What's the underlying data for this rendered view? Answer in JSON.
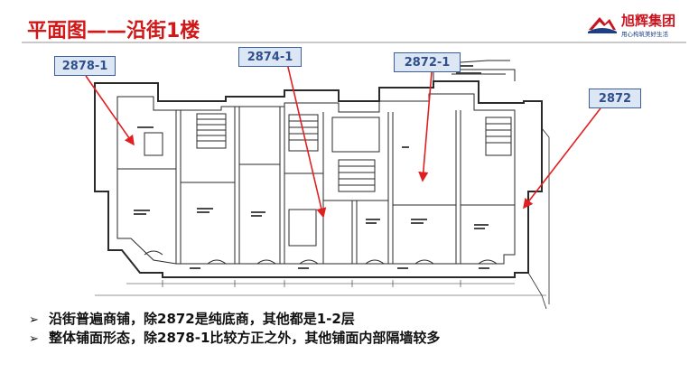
{
  "slide": {
    "title": "平面图——沿街1楼"
  },
  "logo": {
    "name": "旭辉集团",
    "slogan": "用心构筑美好生活",
    "mark_colors": [
      "#c8141e",
      "#1c3f86"
    ]
  },
  "callouts": [
    {
      "label": "2878-1"
    },
    {
      "label": "2874-1"
    },
    {
      "label": "2872-1"
    },
    {
      "label": "2872"
    }
  ],
  "bullets": [
    {
      "marker": "➢",
      "text": "沿街普遍商铺，除2872是纯底商，其他都是1-2层"
    },
    {
      "marker": "➢",
      "text": "整体铺面形态，除2878-1比较方正之外，其他铺面内部隔墙较多"
    }
  ],
  "colors": {
    "title": "#d01818",
    "callout_border": "#3c5f9a",
    "callout_fill": "#dde7f4",
    "arrow": "#e02020",
    "plan_lines": "#2a2a2a"
  }
}
